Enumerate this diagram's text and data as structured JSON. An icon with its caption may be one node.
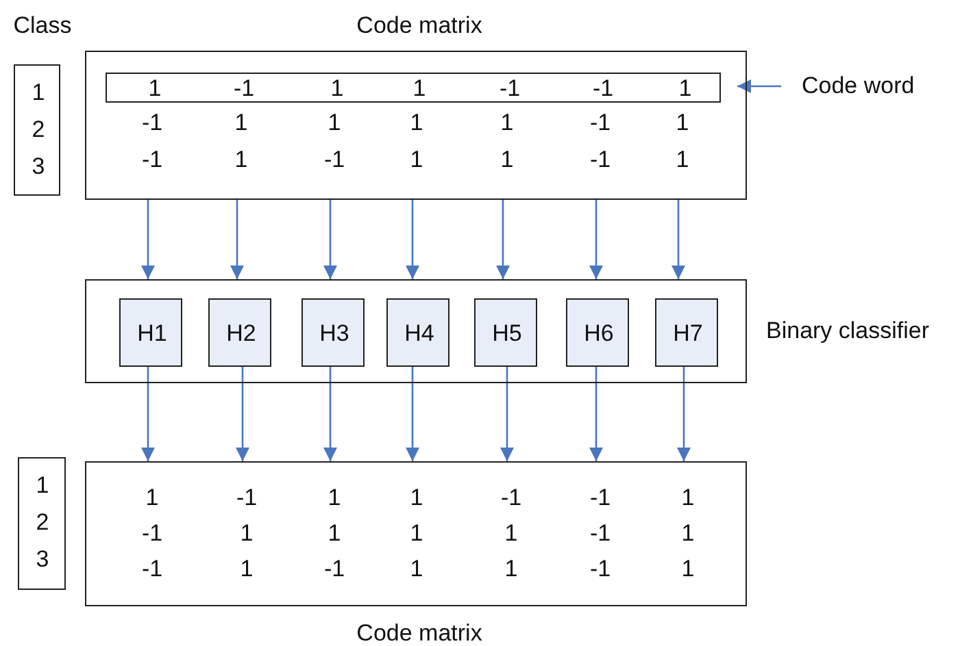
{
  "diagram": {
    "nodes": [
      {
        "text": [
          "Class",
          "1",
          "2",
          "3"
        ]
      },
      {
        "text": [
          "Code matrix"
        ]
      },
      {
        "text": [
          "1",
          "-1",
          "1",
          "1",
          "-1",
          "-1",
          "1"
        ],
        "in": 1
      },
      {
        "text": [
          "Code word"
        ]
      },
      {
        "text": [],
        "shape": "box",
        "beside": [
          "Binary classifier"
        ]
      },
      {
        "text": [
          "H1"
        ],
        "in": 4
      },
      {
        "text": [
          "H2"
        ],
        "in": 4
      },
      {
        "text": [
          "H3"
        ],
        "in": 4
      },
      {
        "text": [
          "H4"
        ],
        "in": 4
      },
      {
        "text": [
          "H5"
        ],
        "in": 4
      },
      {
        "text": [
          "H6"
        ],
        "in": 4
      },
      {
        "text": [
          "H7"
        ],
        "in": 4
      },
      {
        "text": [
          "1",
          "2",
          "3"
        ]
      },
      {
        "text": [
          "Code matrix"
        ]
      }
    ],
    "edges": [
      {
        "from": 3,
        "to": 2,
        "arrow": "to"
      },
      {
        "from": 1,
        "to": 5,
        "arrow": "to"
      },
      {
        "from": 1,
        "to": 6,
        "arrow": "to"
      },
      {
        "from": 1,
        "to": 7,
        "arrow": "to"
      },
      {
        "from": 1,
        "to": 8,
        "arrow": "to"
      },
      {
        "from": 1,
        "to": 9,
        "arrow": "to"
      },
      {
        "from": 1,
        "to": 10,
        "arrow": "to"
      },
      {
        "from": 1,
        "to": 11,
        "arrow": "to"
      },
      {
        "from": 5,
        "to": 13,
        "arrow": "to"
      },
      {
        "from": 6,
        "to": 13,
        "arrow": "to"
      },
      {
        "from": 7,
        "to": 13,
        "arrow": "to"
      },
      {
        "from": 8,
        "to": 13,
        "arrow": "to"
      },
      {
        "from": 9,
        "to": 13,
        "arrow": "to"
      },
      {
        "from": 10,
        "to": 13,
        "arrow": "to"
      },
      {
        "from": 11,
        "to": 13,
        "arrow": "to"
      }
    ],
    "labels": [
      "-1",
      "1",
      "1",
      "1",
      "1",
      "-1",
      "1",
      "-1",
      "1",
      "-1",
      "1",
      "1",
      "-1",
      "1",
      "1",
      "-1",
      "1",
      "1",
      "-1",
      "-1",
      "1",
      "-1",
      "1",
      "1",
      "1",
      "1",
      "-1",
      "1",
      "-1",
      "1",
      "-1",
      "1",
      "1",
      "-1",
      "1"
    ]
  }
}
